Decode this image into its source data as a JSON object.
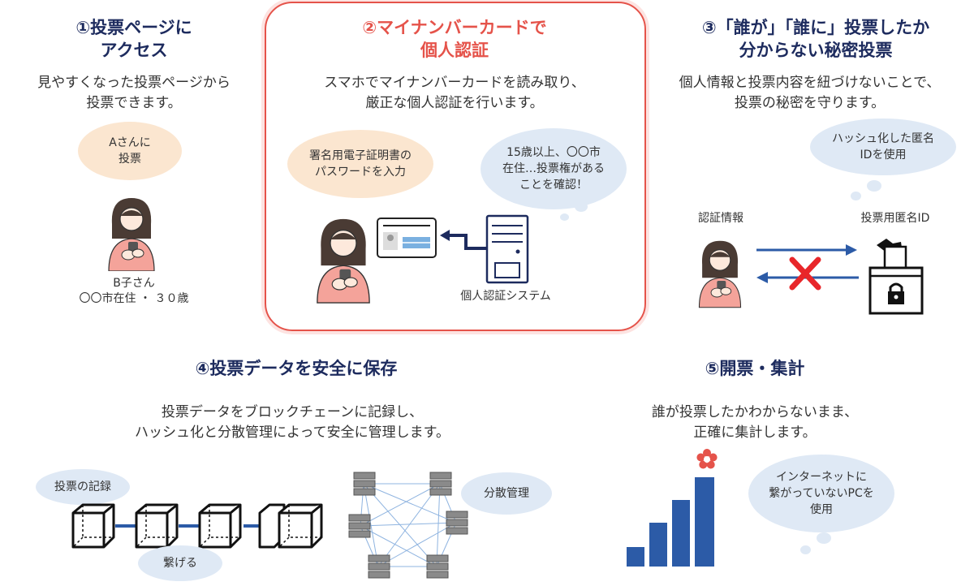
{
  "step1": {
    "title_line1": "①投票ページに",
    "title_line2": "アクセス",
    "desc_line1": "見やすくなった投票ページから",
    "desc_line2": "投票できます。",
    "bubble_line1": "Aさんに",
    "bubble_line2": "投票",
    "person_line1": "B子さん",
    "person_line2": "〇〇市在住 ・ ３０歳"
  },
  "step2": {
    "title_line1": "②マイナンバーカードで",
    "title_line2": "個人認証",
    "desc_line1": "スマホでマイナンバーカードを読み取り、",
    "desc_line2": "厳正な個人認証を行います。",
    "bubble_left_line1": "署名用電子証明書の",
    "bubble_left_line2": "パスワードを入力",
    "bubble_right_line1": "15歳以上、〇〇市",
    "bubble_right_line2": "在住…投票権がある",
    "bubble_right_line3": "ことを確認！",
    "system_label": "個人認証システム"
  },
  "step3": {
    "title_line1": "③「誰が」「誰に」投票したか",
    "title_line2": "分からない秘密投票",
    "desc_line1": "個人情報と投票内容を紐づけないことで、",
    "desc_line2": "投票の秘密を守ります。",
    "bubble_line1": "ハッシュ化した匿名",
    "bubble_line2": "IDを使用",
    "label_auth": "認証情報",
    "label_vote_id": "投票用匿名ID"
  },
  "step4": {
    "title": "④投票データを安全に保存",
    "desc_line1": "投票データをブロックチェーンに記録し、",
    "desc_line2": "ハッシュ化と分散管理によって安全に管理します。",
    "bubble_record": "投票の記録",
    "bubble_link": "繋げる",
    "bubble_distributed": "分散管理"
  },
  "step5": {
    "title": "⑤開票・集計",
    "desc_line1": "誰が投票したかわからないまま、",
    "desc_line2": "正確に集計します。",
    "bubble_line1": "インターネットに",
    "bubble_line2": "繋がっていないPCを",
    "bubble_line3": "使用"
  },
  "colors": {
    "navy": "#1d2b5e",
    "accent_red": "#e5534a",
    "bar_blue": "#2c5ba7",
    "bubble_orange": "#fbe6d0",
    "bubble_blue": "#dfe9f5",
    "person_pink": "#f4a39a"
  },
  "icons": [
    "person-smartphone-icon",
    "id-card-icon",
    "server-tower-icon",
    "ballot-box-icon",
    "lock-icon",
    "cube-icon",
    "server-rack-icon",
    "flower-icon",
    "bar-chart-icon",
    "cross-mark-icon"
  ]
}
